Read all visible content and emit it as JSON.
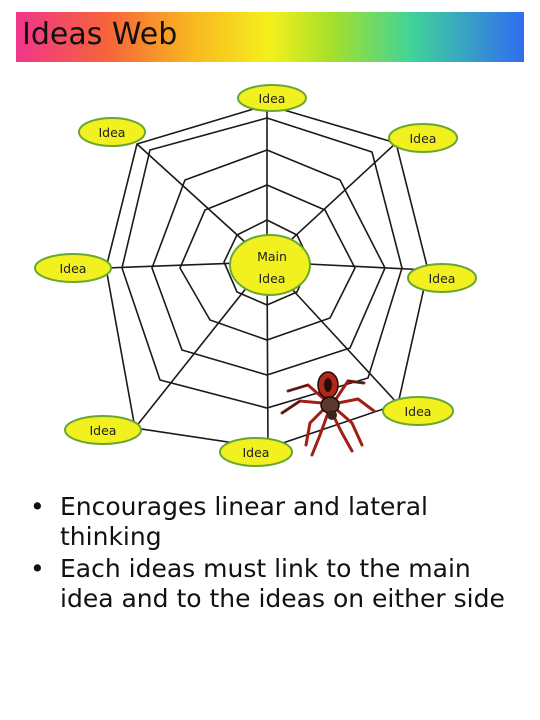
{
  "title": "Ideas Web",
  "colors": {
    "node_fill": "#f2f01e",
    "node_stroke": "#66a832",
    "web_line": "#1a1a1a"
  },
  "web": {
    "center_label_lines": [
      "Main",
      "Idea"
    ],
    "outer_labels": [
      "Idea",
      "Idea",
      "Idea",
      "Idea",
      "Idea",
      "Idea",
      "Idea",
      "Idea"
    ]
  },
  "spider_icon": "spider-icon",
  "bullets": [
    "Encourages linear and lateral thinking",
    "Each ideas must link to the main idea and to the ideas on either side"
  ],
  "bullet_glyph": "•"
}
